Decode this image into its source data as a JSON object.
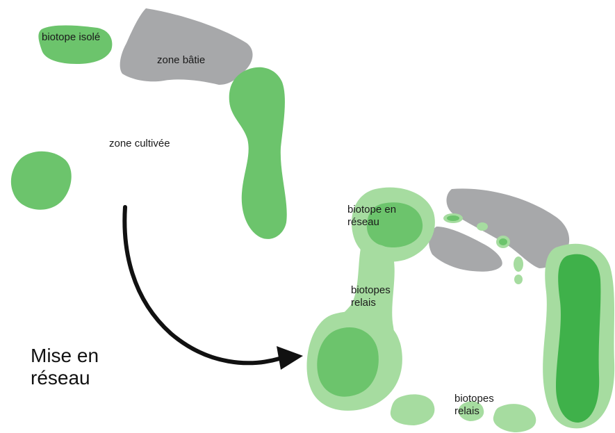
{
  "labels": {
    "isolated_biotope": "biotope isolé",
    "built_zone": "zone bâtie",
    "cultivated_zone": "zone cultivée",
    "networked_biotope": "biotope en\nréseau",
    "relay_biotopes_top": "biotopes\nrelais",
    "relay_biotopes_bottom": "biotopes\nrelais",
    "networking_caption": "Mise en\nréseau"
  },
  "colors": {
    "biotope": "#6cc46c",
    "biotope_halo": "#a6dca0",
    "biotope_core": "#3fb14a",
    "built": "#a7a8aa",
    "arrow": "#111111",
    "text": "#1a1a1a"
  }
}
